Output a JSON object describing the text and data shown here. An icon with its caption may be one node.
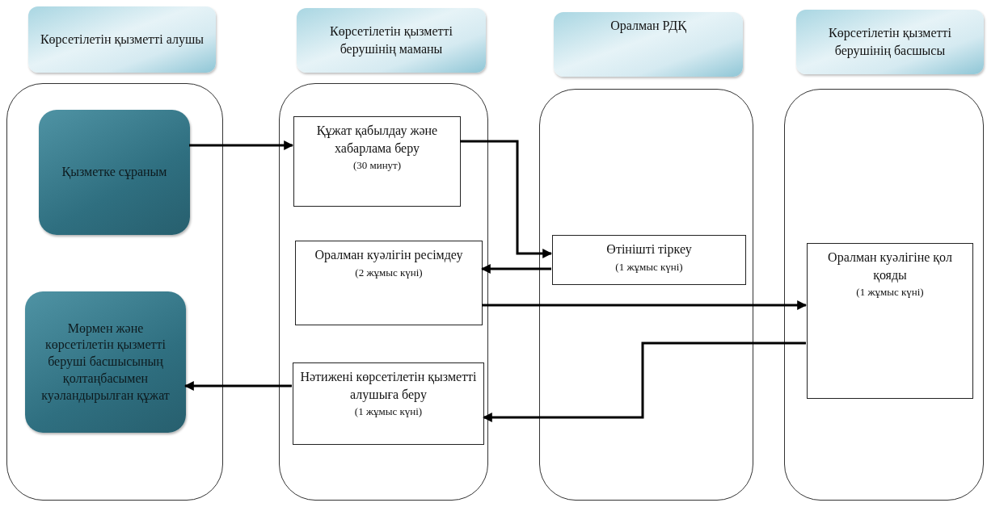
{
  "diagram": {
    "nodes": [
      {
        "text": [
          "Көрсетілетін қызметті алушы"
        ]
      },
      {
        "text": [
          "Көрсетілетін қызметті берушінің маманы"
        ]
      },
      {
        "text": [
          "Оралман РДҚ"
        ]
      },
      {
        "text": [
          "Көрсетілетін қызметті берушінің басшысы"
        ]
      },
      {
        "text": [],
        "shape": "box"
      },
      {
        "text": [
          "Қызметке сұраным"
        ],
        "in": 4
      },
      {
        "text": [
          "Мөрмен және көрсетілетін қызметті беруші басшысының қолтаңбасымен куәландырылған құжат"
        ],
        "in": 4
      },
      {
        "text": [],
        "shape": "box"
      },
      {
        "text": [
          "Құжат қабылдау және хабарлама беру",
          "(30 минут)"
        ],
        "in": 7
      },
      {
        "text": [
          "Оралман куәлігін ресімдеу",
          "(2 жұмыс күні)"
        ],
        "in": 7
      },
      {
        "text": [
          "Нәтижені көрсетілетін қызметті алушыға беру",
          "(1 жұмыс күні)"
        ],
        "in": 7
      },
      {
        "text": [],
        "shape": "box"
      },
      {
        "text": [
          "Өтінішті тіркеу",
          "(1 жұмыс күні)"
        ],
        "in": 11
      },
      {
        "text": [],
        "shape": "box"
      },
      {
        "text": [
          "Оралман куәлігіне қол қояды",
          "(1 жұмыс күні)"
        ],
        "in": 13
      }
    ],
    "edges": [
      {
        "from": 5,
        "to": 8,
        "arrow": "to"
      },
      {
        "from": 8,
        "to": 12,
        "arrow": "to"
      },
      {
        "from": 12,
        "to": 9,
        "arrow": "to"
      },
      {
        "from": 9,
        "to": 14,
        "arrow": "to"
      },
      {
        "from": 14,
        "to": 10,
        "arrow": "to"
      },
      {
        "from": 10,
        "to": 6,
        "arrow": "to"
      }
    ]
  }
}
